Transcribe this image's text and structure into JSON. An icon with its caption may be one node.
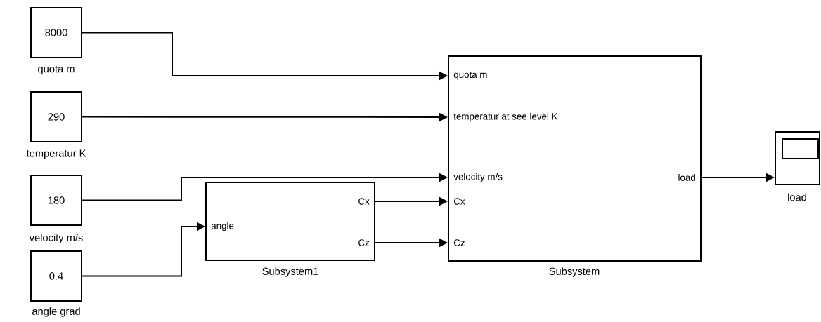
{
  "diagram": {
    "nodes": [
      {
        "text": [
          "8000"
        ],
        "beside": [
          "quota m"
        ]
      },
      {
        "text": [
          "290"
        ],
        "beside": [
          "temperatur K"
        ]
      },
      {
        "text": [
          "180"
        ],
        "beside": [
          "velocity m/s"
        ]
      },
      {
        "text": [
          "0.4"
        ],
        "beside": [
          "angle grad"
        ]
      },
      {
        "text": [
          "angle",
          "Cx",
          "Cz"
        ],
        "beside": [
          "Subsystem1"
        ]
      },
      {
        "text": [
          "quota m",
          "temperatur at see level K",
          "velocity  m/s",
          "Cx",
          "Cz",
          "load"
        ],
        "beside": [
          "Subsystem"
        ]
      },
      {
        "text": [],
        "shape": "box",
        "beside": [
          "load"
        ]
      }
    ],
    "edges": [
      {
        "from": 0,
        "to": 5,
        "arrow": "to"
      },
      {
        "from": 1,
        "to": 5,
        "arrow": "to"
      },
      {
        "from": 2,
        "to": 5,
        "arrow": "to"
      },
      {
        "from": 3,
        "to": 4,
        "arrow": "to"
      },
      {
        "from": 4,
        "to": 5,
        "arrow": "to"
      },
      {
        "from": 4,
        "to": 5,
        "arrow": "to"
      },
      {
        "from": 5,
        "to": 6,
        "arrow": "to"
      }
    ]
  }
}
